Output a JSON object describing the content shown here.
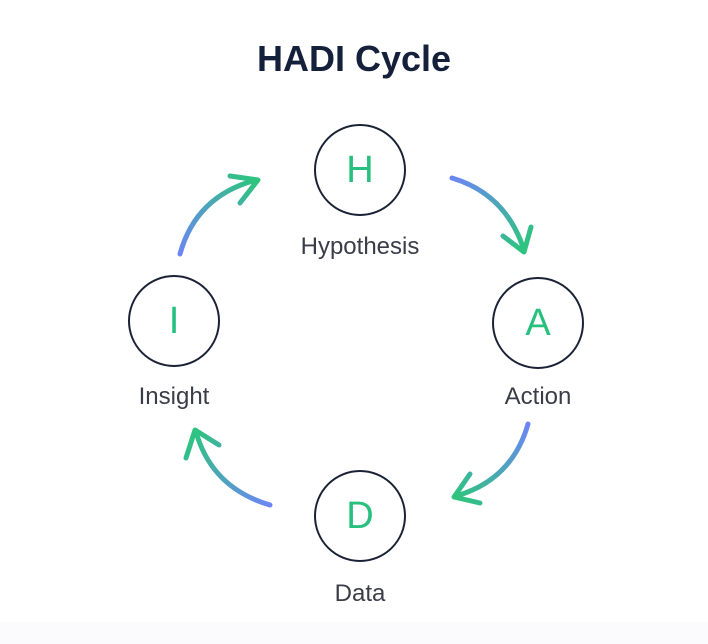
{
  "diagram": {
    "title": "HADI Cycle",
    "nodes": [
      {
        "id": "hypothesis",
        "letter": "H",
        "label": "Hypothesis"
      },
      {
        "id": "action",
        "letter": "A",
        "label": "Action"
      },
      {
        "id": "data",
        "letter": "D",
        "label": "Data"
      },
      {
        "id": "insight",
        "letter": "I",
        "label": "Insight"
      }
    ]
  },
  "colors": {
    "title": "#15203a",
    "circle_border": "#1b2236",
    "letter": "#27c07f",
    "label": "#3a3d48",
    "arrow_start": "#6b86f4",
    "arrow_end": "#2ec47f"
  }
}
